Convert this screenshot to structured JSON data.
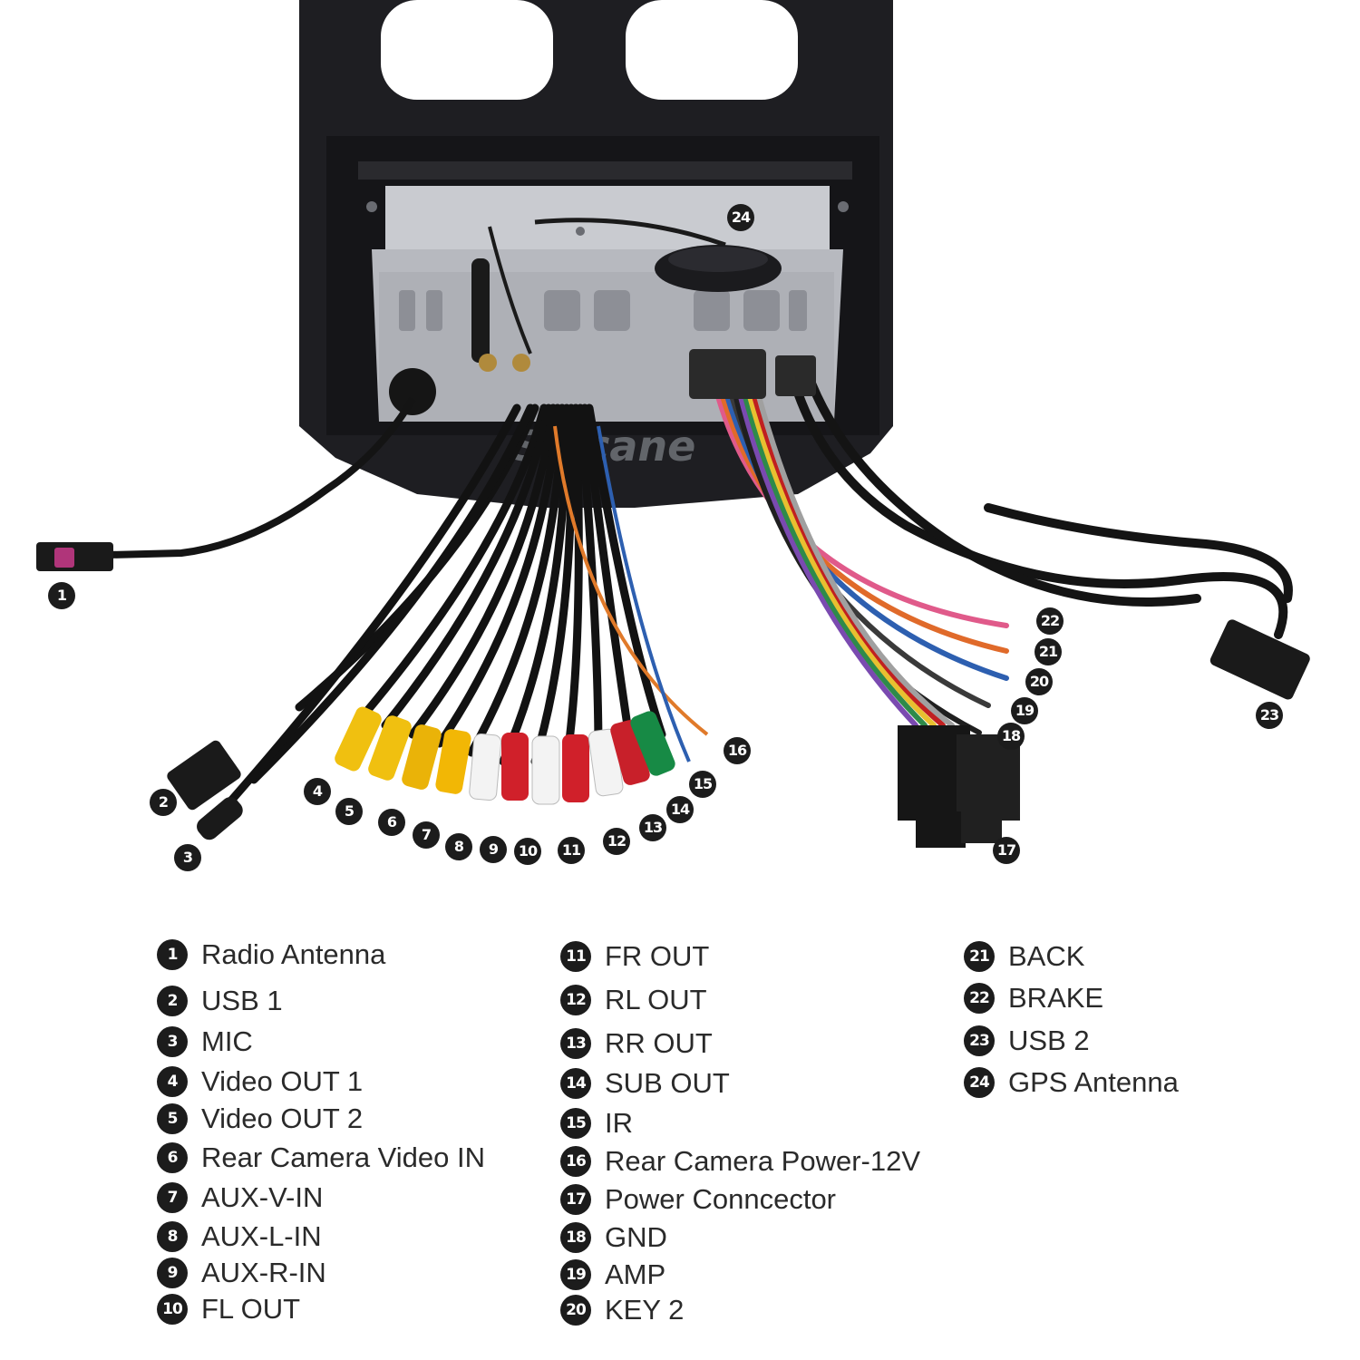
{
  "watermark": "Seicane",
  "legend": [
    {
      "num": "1",
      "label": "Radio Antenna"
    },
    {
      "num": "2",
      "label": "USB 1"
    },
    {
      "num": "3",
      "label": "MIC"
    },
    {
      "num": "4",
      "label": "Video OUT 1"
    },
    {
      "num": "5",
      "label": "Video OUT 2"
    },
    {
      "num": "6",
      "label": "Rear Camera Video IN"
    },
    {
      "num": "7",
      "label": "AUX-V-IN"
    },
    {
      "num": "8",
      "label": "AUX-L-IN"
    },
    {
      "num": "9",
      "label": "AUX-R-IN"
    },
    {
      "num": "10",
      "label": "FL OUT"
    },
    {
      "num": "11",
      "label": "FR OUT"
    },
    {
      "num": "12",
      "label": "RL OUT"
    },
    {
      "num": "13",
      "label": "RR OUT"
    },
    {
      "num": "14",
      "label": "SUB OUT"
    },
    {
      "num": "15",
      "label": "IR"
    },
    {
      "num": "16",
      "label": "Rear Camera Power-12V"
    },
    {
      "num": "17",
      "label": "Power Conncector"
    },
    {
      "num": "18",
      "label": "GND"
    },
    {
      "num": "19",
      "label": "AMP"
    },
    {
      "num": "20",
      "label": "KEY 2"
    },
    {
      "num": "21",
      "label": "BACK"
    },
    {
      "num": "22",
      "label": "BRAKE"
    },
    {
      "num": "23",
      "label": "USB 2"
    },
    {
      "num": "24",
      "label": "GPS Antenna"
    }
  ]
}
